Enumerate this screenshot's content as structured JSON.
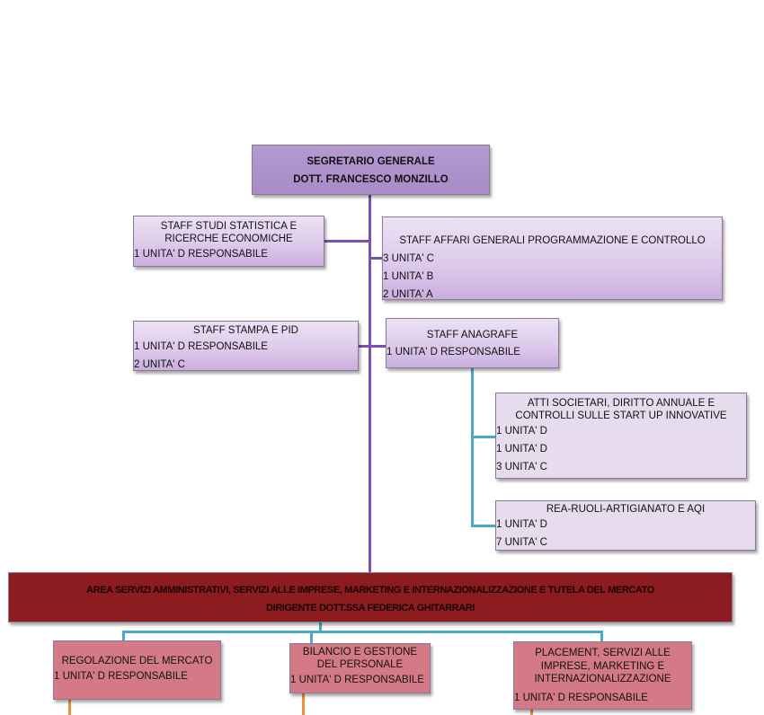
{
  "colors": {
    "top_box": "#a88bc8",
    "staff_box": "#dcc8ea",
    "sub_box": "#e6dced",
    "area_box": "#8c1c20",
    "office_box": "#d47a86",
    "connector_purple": "#7a4fb0",
    "connector_teal": "#4ba8c8",
    "connector_orange": "#e8913a"
  },
  "top": {
    "title": "SEGRETARIO GENERALE",
    "name": "DOTT. FRANCESCO MONZILLO"
  },
  "staff_studi": {
    "title": "STAFF STUDI STATISTICA E RICERCHE ECONOMICHE",
    "lines": [
      "1 UNITA' D RESPONSABILE"
    ]
  },
  "staff_affari": {
    "title": "STAFF AFFARI GENERALI PROGRAMMAZIONE E CONTROLLO",
    "lines": [
      "3 UNITA' C",
      "1 UNITA' B",
      "2 UNITA' A"
    ]
  },
  "staff_stampa": {
    "title": "STAFF STAMPA E PID",
    "lines": [
      "1 UNITA' D RESPONSABILE",
      "2 UNITA' C"
    ]
  },
  "staff_anagrafe": {
    "title": "STAFF ANAGRAFE",
    "lines": [
      "1 UNITA' D RESPONSABILE"
    ]
  },
  "atti_societari": {
    "title": "ATTI SOCIETARI, DIRITTO ANNUALE E CONTROLLI SULLE START UP INNOVATIVE",
    "lines": [
      "1 UNITA' D",
      "1 UNITA' D",
      "3 UNITA' C"
    ]
  },
  "rea": {
    "title": "REA-RUOLI-ARTIGIANATO E AQI",
    "lines": [
      "1 UNITA' D",
      "7 UNITA' C"
    ]
  },
  "area": {
    "title": "AREA SERVIZI AMMINISTRATIVI, SERVIZI ALLE IMPRESE, MARKETING E INTERNAZIONALIZZAZIONE E TUTELA DEL MERCATO",
    "name": "DIRIGENTE DOTT.SSA FEDERICA GHITARRARI"
  },
  "offices": [
    {
      "title": "REGOLAZIONE DEL MERCATO",
      "lines": [
        "1 UNITA' D RESPONSABILE"
      ]
    },
    {
      "title": "BILANCIO E GESTIONE DEL PERSONALE",
      "lines": [
        "1 UNITA' D RESPONSABILE"
      ]
    },
    {
      "title": "PLACEMENT, SERVIZI ALLE IMPRESE, MARKETING E INTERNAZIONALIZZAZIONE",
      "lines": [
        "1 UNITA' D RESPONSABILE"
      ]
    }
  ]
}
